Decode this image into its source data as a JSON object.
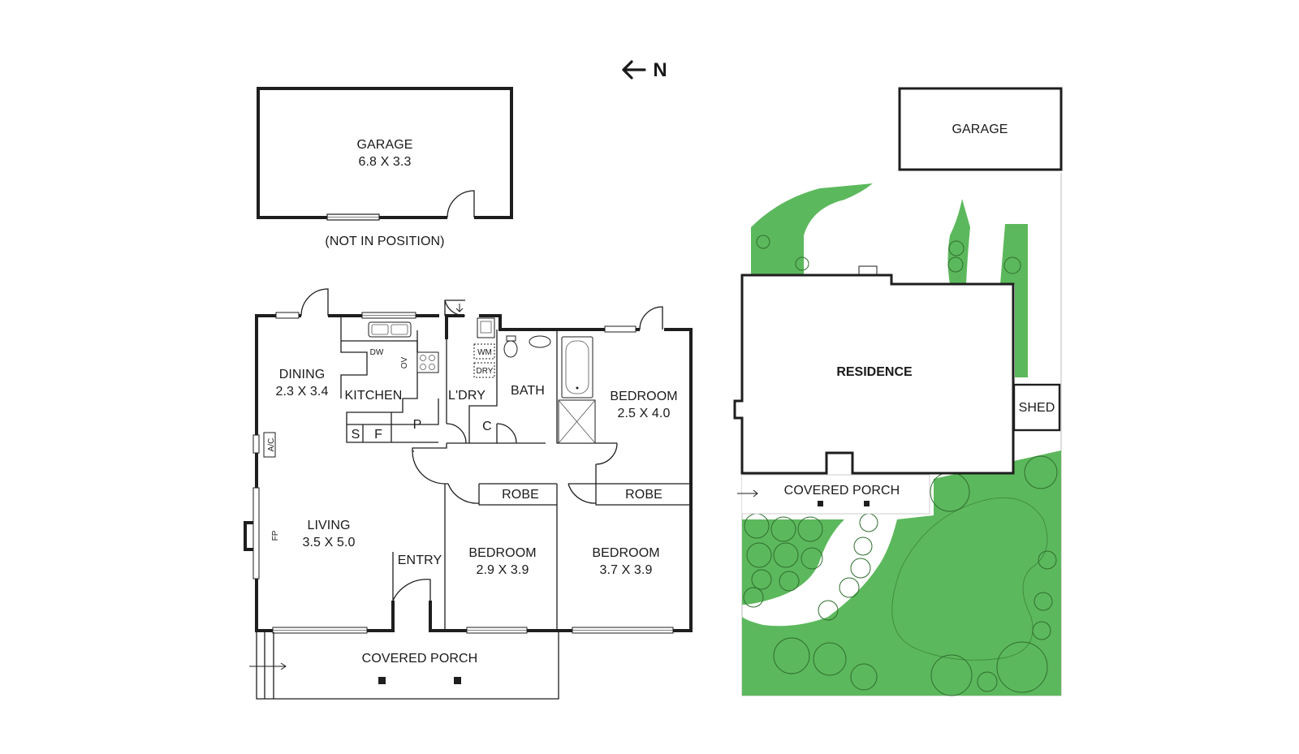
{
  "compass": {
    "arrow": "←",
    "label": "N"
  },
  "floor_plan": {
    "garage": {
      "name": "GARAGE",
      "size": "6.8 X 3.3",
      "note": "(NOT IN POSITION)"
    },
    "dining": {
      "name": "DINING",
      "size": "2.3 X 3.4"
    },
    "kitchen": {
      "name": "KITCHEN",
      "dw": "DW",
      "ov": "OV",
      "s": "S",
      "f": "F",
      "p": "P"
    },
    "laundry": {
      "name": "L'DRY",
      "wm": "WM",
      "dry": "DRY",
      "c": "C"
    },
    "bath": {
      "name": "BATH"
    },
    "bedroom_1": {
      "name": "BEDROOM",
      "size": "2.5 X 4.0"
    },
    "ac": "A/C",
    "fp": "FP",
    "living": {
      "name": "LIVING",
      "size": "3.5 X 5.0"
    },
    "entry": {
      "name": "ENTRY"
    },
    "robe_1": "ROBE",
    "robe_2": "ROBE",
    "bedroom_2": {
      "name": "BEDROOM",
      "size": "2.9 X 3.9"
    },
    "bedroom_3": {
      "name": "BEDROOM",
      "size": "3.7 X 3.9"
    },
    "porch": "COVERED PORCH"
  },
  "site_plan": {
    "garage": "GARAGE",
    "residence": "RESIDENCE",
    "shed": "SHED",
    "porch": "COVERED PORCH"
  },
  "colors": {
    "lawn": "#5cb85c",
    "walls": "#1e1e1e",
    "background": "#ffffff"
  }
}
